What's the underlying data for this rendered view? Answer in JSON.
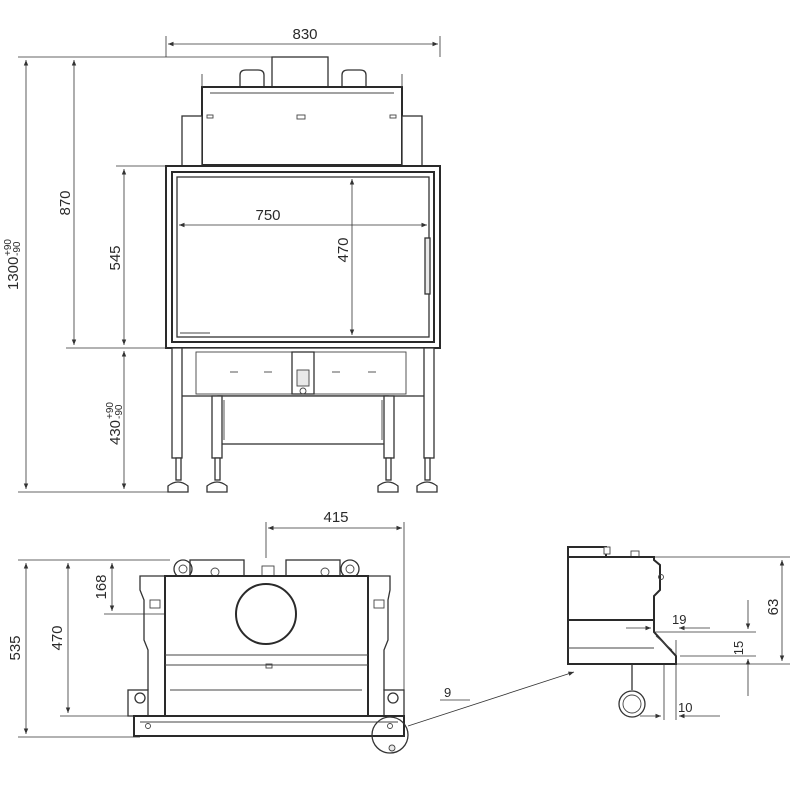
{
  "front_view": {
    "overall_width": "830",
    "overall_height_base": "1300",
    "overall_height_tol_upper": "+90",
    "overall_height_tol_lower": "-90",
    "body_height": "870",
    "door_height": "545",
    "glass_width": "750",
    "glass_height": "470",
    "leg_height_base": "430",
    "leg_height_tol_upper": "+90",
    "leg_height_tol_lower": "-90"
  },
  "top_view": {
    "outlet_offset": "415",
    "outlet_depth": "168",
    "depth_inner": "470",
    "depth_overall": "535"
  },
  "detail_view": {
    "reference": "9",
    "height": "63",
    "offset_width": "19",
    "offset_height": "15",
    "lip_width": "10"
  }
}
